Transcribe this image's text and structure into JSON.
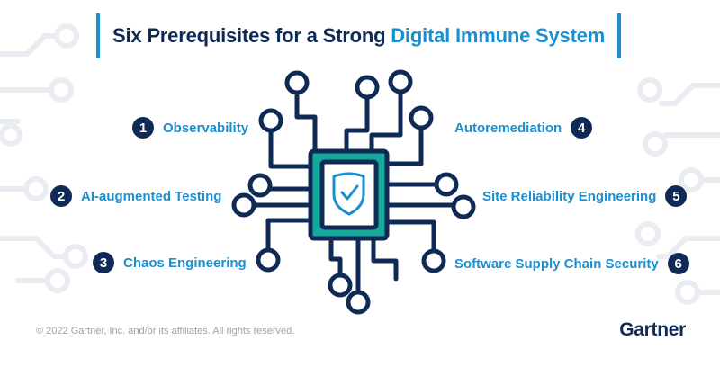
{
  "title": {
    "prefix": "Six Prerequisites for a Strong ",
    "highlight": "Digital Immune System"
  },
  "items": [
    {
      "number": "1",
      "label": "Observability"
    },
    {
      "number": "2",
      "label": "AI-augmented Testing"
    },
    {
      "number": "3",
      "label": "Chaos Engineering"
    },
    {
      "number": "4",
      "label": "Autoremediation"
    },
    {
      "number": "5",
      "label": "Site Reliability Engineering"
    },
    {
      "number": "6",
      "label": "Software Supply Chain Security"
    }
  ],
  "footer": "© 2022 Gartner, Inc. and/or its affiliates. All rights reserved.",
  "brand": "Gartner",
  "colors": {
    "navy": "#0f2a55",
    "accent_blue": "#1b8fd0",
    "teal": "#14a99a",
    "background_circuit": "#e9edf1"
  },
  "icons": [
    "circuit-chip-icon",
    "shield-check-icon"
  ]
}
